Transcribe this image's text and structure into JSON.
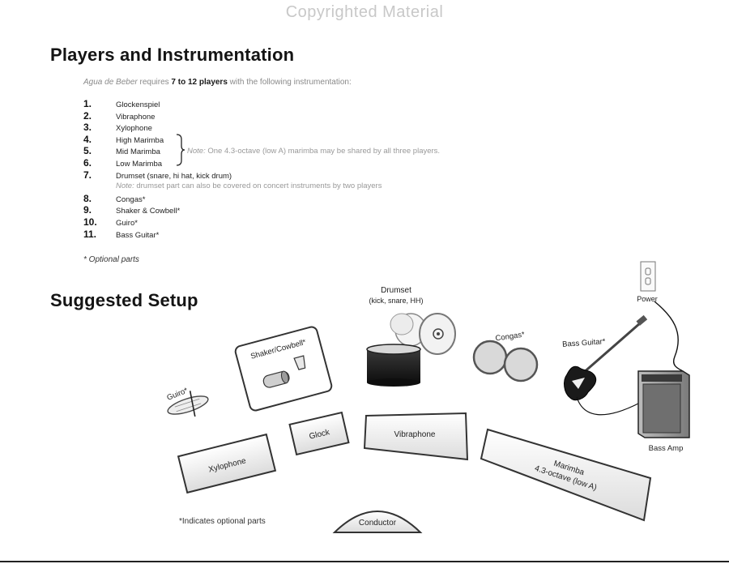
{
  "watermark": "Copyrighted Material",
  "section_players": {
    "title": "Players and Instrumentation",
    "intro_italic": "Agua de Beber",
    "intro_pre": " requires ",
    "intro_bold": "7 to 12 players",
    "intro_post": " with the following instrumentation:",
    "items": [
      {
        "num": "1.",
        "name": "Glockenspiel"
      },
      {
        "num": "2.",
        "name": "Vibraphone"
      },
      {
        "num": "3.",
        "name": "Xylophone"
      },
      {
        "num": "4.",
        "name": "High Marimba"
      },
      {
        "num": "5.",
        "name": "Mid Marimba"
      },
      {
        "num": "6.",
        "name": "Low Marimba"
      },
      {
        "num": "7.",
        "name": "Drumset (snare, hi hat, kick drum)"
      },
      {
        "num": "8.",
        "name": "Congas*"
      },
      {
        "num": "9.",
        "name": "Shaker & Cowbell*"
      },
      {
        "num": "10.",
        "name": "Guiro*"
      },
      {
        "num": "11.",
        "name": "Bass Guitar*"
      }
    ],
    "marimba_note_label": "Note:",
    "marimba_note": " One 4.3-octave (low A) marimba may be shared by all three players.",
    "drum_note_label": "Note:",
    "drum_note": " drumset part can also be covered on concert instruments by two players",
    "optional_parts": "* Optional parts"
  },
  "section_setup": {
    "title": "Suggested Setup",
    "labels": {
      "drumset_line1": "Drumset",
      "drumset_line2": "(kick, snare, HH)",
      "power": "Power",
      "shaker": "Shaker/Cowbell*",
      "congas": "Congas*",
      "bass_guitar": "Bass Guitar*",
      "guiro": "Guiro*",
      "glock": "Glock",
      "vibraphone": "Vibraphone",
      "xylophone": "Xylophone",
      "marimba_line1": "Marimba",
      "marimba_line2": "4.3-octave (low A)",
      "bass_amp": "Bass Amp",
      "conductor": "Conductor"
    },
    "indicates_optional": "*Indicates optional parts"
  }
}
